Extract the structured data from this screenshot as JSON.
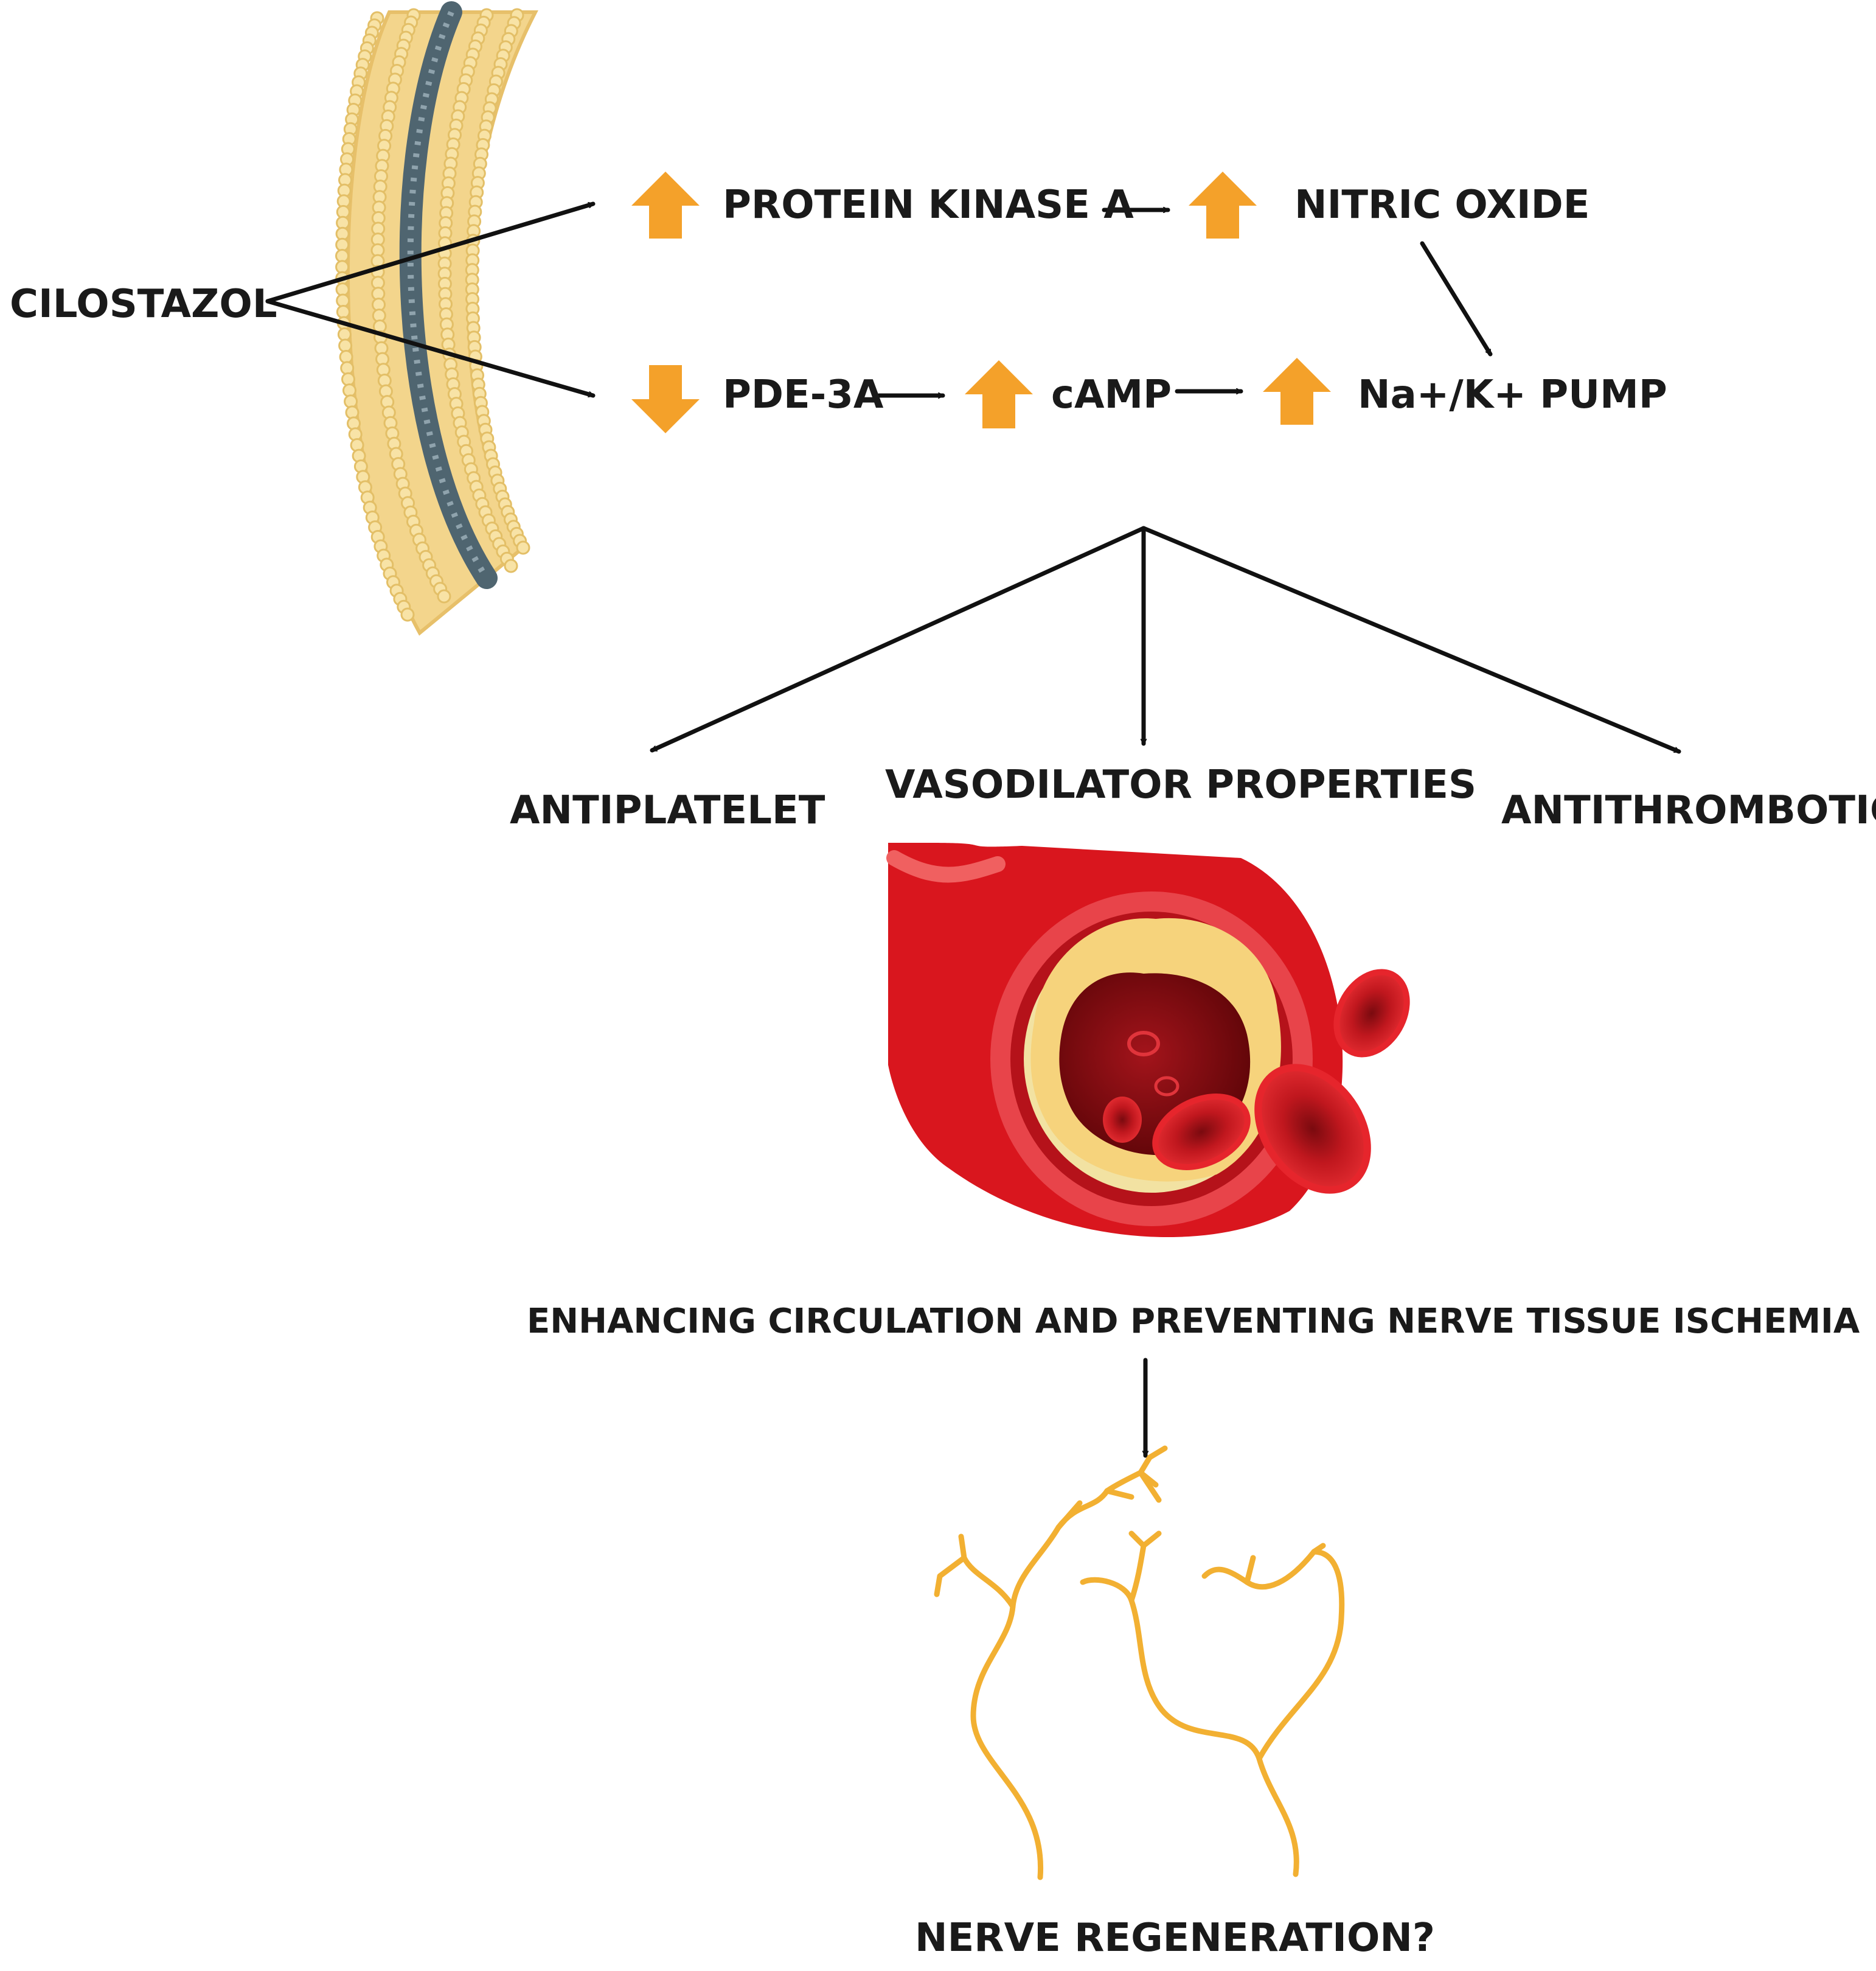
{
  "drug": {
    "label": "CILOSTAZOL"
  },
  "pathway_top": {
    "step1": {
      "label": "PROTEIN KINASE A",
      "direction": "up"
    },
    "step2": {
      "label": "NITRIC OXIDE",
      "direction": "up"
    }
  },
  "pathway_bottom": {
    "step1": {
      "label": "PDE-3A",
      "direction": "down"
    },
    "step2": {
      "label": "cAMP",
      "direction": "up"
    },
    "step3": {
      "label": "Na+/K+ PUMP",
      "direction": "up"
    }
  },
  "effects": {
    "left": "ANTIPLATELET",
    "center": "VASODILATOR PROPERTIES",
    "right": "ANTITHROMBOTIC"
  },
  "outcome": "ENHANCING CIRCULATION AND PREVENTING NERVE TISSUE ISCHEMIA",
  "final": "NERVE REGENERATION?",
  "colors": {
    "arrow_accent": "#f4a12a",
    "connector": "#111111",
    "membrane_head": "#f3d58c",
    "membrane_tail": "#5a6e78",
    "vessel_red": "#d4161d",
    "plaque": "#f6d37c",
    "nerve": "#f2b032"
  },
  "icons": {
    "membrane": "cell-membrane-illustration",
    "vessel": "blood-vessel-plaque-illustration",
    "nerve": "nerve-fibers-illustration"
  }
}
